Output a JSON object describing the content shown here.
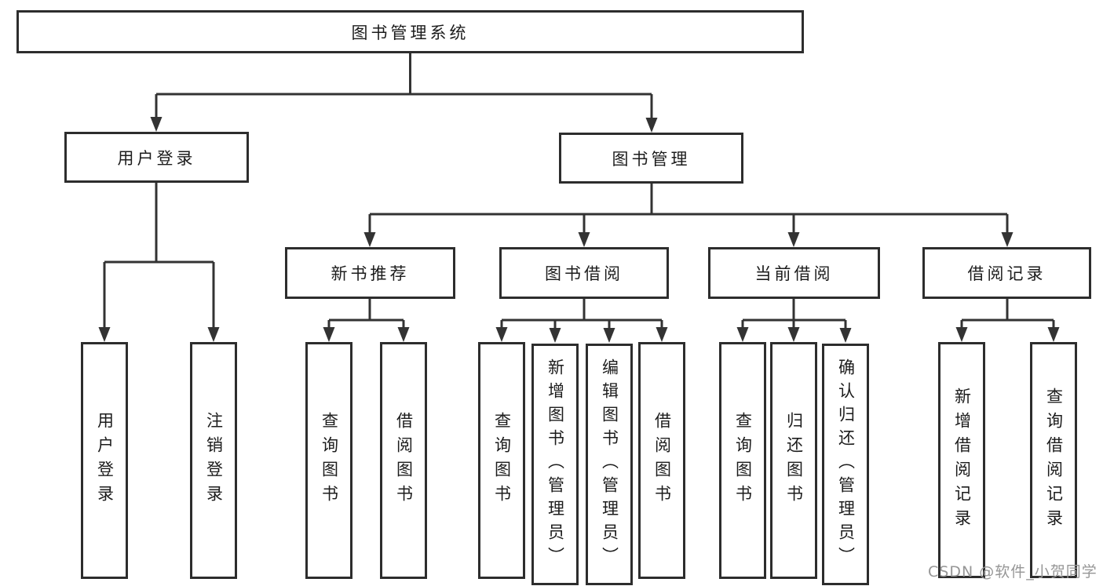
{
  "diagram": {
    "type": "tree",
    "title": "图书管理系统",
    "nodes": {
      "root": {
        "label": "图书管理系统"
      },
      "user_login": {
        "label": "用户登录"
      },
      "book_mgmt": {
        "label": "图书管理"
      },
      "new_book_rec": {
        "label": "新书推荐"
      },
      "book_borrow": {
        "label": "图书借阅"
      },
      "current_borrow": {
        "label": "当前借阅"
      },
      "borrow_records": {
        "label": "借阅记录"
      },
      "leaf_user_login": {
        "label": "用户登录"
      },
      "leaf_logout": {
        "label": "注销登录"
      },
      "leaf_query_book_1": {
        "label": "查询图书"
      },
      "leaf_borrow_book_1": {
        "label": "借阅图书"
      },
      "leaf_query_book_2": {
        "label": "查询图书"
      },
      "leaf_add_book_admin": {
        "label": "新增图书（管理员）"
      },
      "leaf_edit_book_admin": {
        "label": "编辑图书（管理员）"
      },
      "leaf_borrow_book_2": {
        "label": "借阅图书"
      },
      "leaf_query_book_3": {
        "label": "查询图书"
      },
      "leaf_return_book": {
        "label": "归还图书"
      },
      "leaf_confirm_return_admin": {
        "label": "确认归还（管理员）"
      },
      "leaf_add_borrow_record": {
        "label": "新增借阅记录"
      },
      "leaf_query_borrow_record": {
        "label": "查询借阅记录"
      }
    },
    "edges": [
      {
        "from": "图书管理系统",
        "to": "用户登录"
      },
      {
        "from": "图书管理系统",
        "to": "图书管理"
      },
      {
        "from": "用户登录",
        "to": "用户登录"
      },
      {
        "from": "用户登录",
        "to": "注销登录"
      },
      {
        "from": "图书管理",
        "to": "新书推荐"
      },
      {
        "from": "图书管理",
        "to": "图书借阅"
      },
      {
        "from": "图书管理",
        "to": "当前借阅"
      },
      {
        "from": "图书管理",
        "to": "借阅记录"
      },
      {
        "from": "新书推荐",
        "to": "查询图书"
      },
      {
        "from": "新书推荐",
        "to": "借阅图书"
      },
      {
        "from": "图书借阅",
        "to": "查询图书"
      },
      {
        "from": "图书借阅",
        "to": "新增图书（管理员）"
      },
      {
        "from": "图书借阅",
        "to": "编辑图书（管理员）"
      },
      {
        "from": "图书借阅",
        "to": "借阅图书"
      },
      {
        "from": "当前借阅",
        "to": "查询图书"
      },
      {
        "from": "当前借阅",
        "to": "归还图书"
      },
      {
        "from": "当前借阅",
        "to": "确认归还（管理员）"
      },
      {
        "from": "借阅记录",
        "to": "新增借阅记录"
      },
      {
        "from": "借阅记录",
        "to": "查询借阅记录"
      }
    ],
    "colors": {
      "line": "#333333",
      "box_border": "#2d2d2d",
      "text": "#1c1c1c",
      "watermark": "#969696",
      "background": "#ffffff"
    },
    "watermark": {
      "text": "CSDN @软件_小贺同学"
    }
  }
}
